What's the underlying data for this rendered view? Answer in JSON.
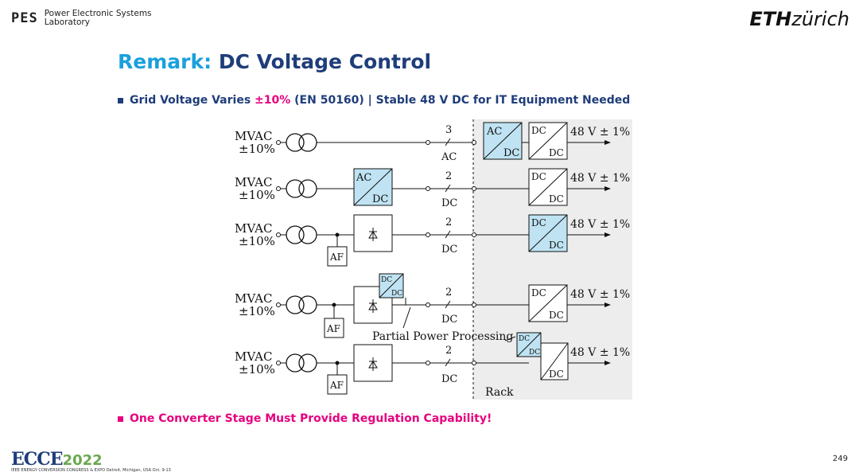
{
  "header": {
    "logo_mark": "PES",
    "org_line1": "Power Electronic Systems",
    "org_line2": "Laboratory",
    "eth_bold": "ETH",
    "eth_rest": "zürich"
  },
  "slide": {
    "title_lead": "Remark:",
    "title_rest": "DC Voltage Control",
    "bullet1_a": "Grid Voltage Varies ",
    "bullet1_hl": "±10%",
    "bullet1_b": " (EN 50160) | Stable 48 V DC for IT Equipment Needed",
    "bullet2": "One Converter Stage Must Provide Regulation Capability!"
  },
  "diagram": {
    "mvac": "MVAC",
    "tol": "±10%",
    "ac": "AC",
    "dc": "DC",
    "af": "AF",
    "out": "48 V ± 1%",
    "three": "3",
    "two": "2",
    "ppp": "Partial Power Processing",
    "rack": "Rack",
    "colors": {
      "highlight": "#bfe3f2",
      "rack_bg": "#ededed",
      "line": "#111111"
    }
  },
  "footer": {
    "ecce": "ECCE",
    "year": "2022",
    "ecce_sub": "IEEE ENERGY CONVERSION CONGRESS & EXPO  Detroit, Michigan, USA  Oct. 9-13",
    "page": "249"
  }
}
